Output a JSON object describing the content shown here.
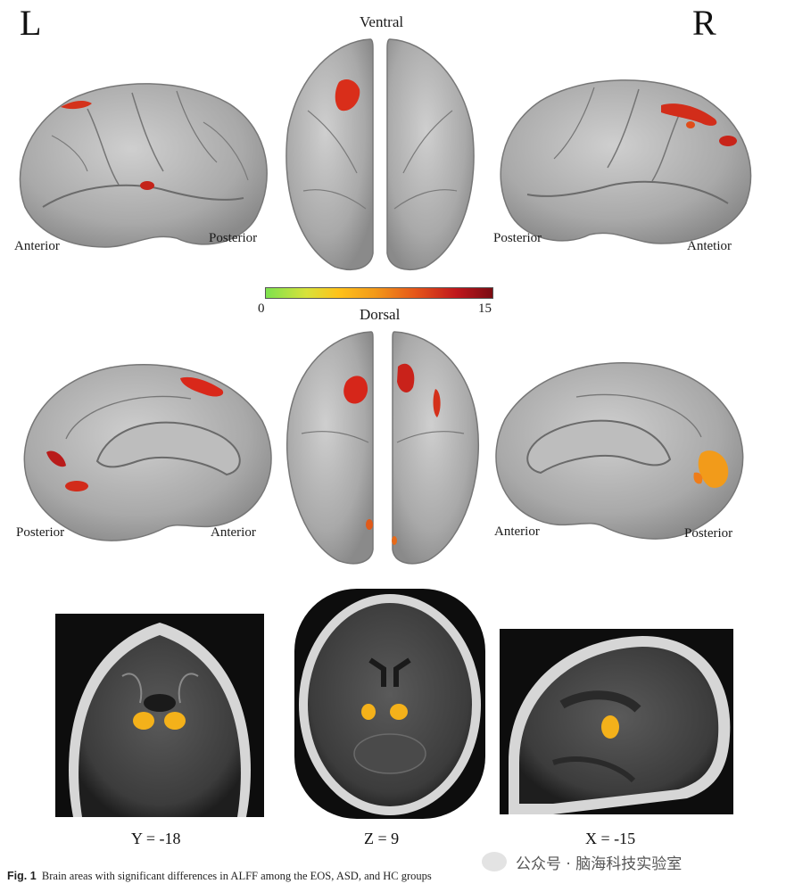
{
  "hemispheres": {
    "left": "L",
    "right": "R"
  },
  "views": {
    "ventral": "Ventral",
    "dorsal": "Dorsal"
  },
  "lateral_left": {
    "front": "Anterior",
    "back": "Posterior"
  },
  "lateral_right": {
    "back": "Posterior",
    "front": "Antetior"
  },
  "medial_left": {
    "back": "Posterior",
    "front": "Anterior"
  },
  "medial_right": {
    "front": "Anterior",
    "back": "Posterior"
  },
  "colorbar": {
    "min": "0",
    "max": "15",
    "colors": [
      "#7de24e",
      "#ffc21a",
      "#e5561a",
      "#c0171c",
      "#7a0b12"
    ]
  },
  "slices": {
    "coronal": "Y = -18",
    "axial": "Z = 9",
    "sagittal": "X = -15"
  },
  "caption": {
    "label": "Fig. 1",
    "text": "Brain areas with significant differences in ALFF among the EOS, ASD, and HC groups"
  },
  "watermark": "公众号 · 脑海科技实验室"
}
